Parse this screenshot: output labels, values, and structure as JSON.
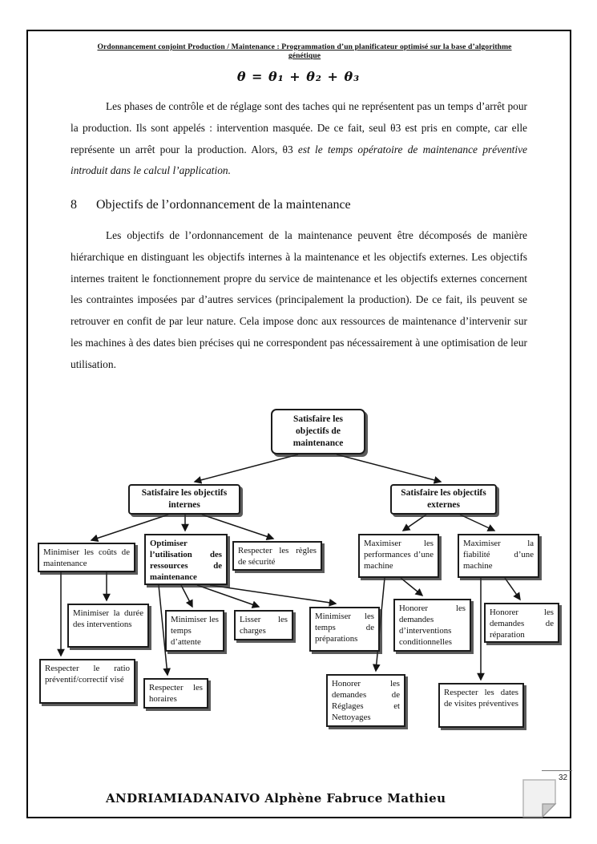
{
  "page": {
    "header": "Ordonnancement conjoint Production / Maintenance : Programmation d’un planificateur optimisé sur la base d’algorithme génétique",
    "formula": "θ   =  θ₁ + θ₂  + θ₃",
    "paragraph1": {
      "normal": "Les phases de contrôle et de réglage sont des taches qui ne représentent pas un temps d’arrêt pour la production. Ils sont appelés : intervention masquée. De ce fait, seul θ3 est pris en compte, car elle représente un arrêt pour la production. Alors, θ3 ",
      "italic": "est le temps opératoire de maintenance préventive introduit dans le calcul l’application."
    },
    "section": {
      "number": "8",
      "title": "Objectifs de l’ordonnancement de la maintenance"
    },
    "paragraph2": "Les objectifs de l’ordonnancement de la maintenance peuvent être décomposés de manière hiérarchique en distinguant les objectifs internes à la maintenance et les objectifs externes. Les objectifs internes traitent le fonctionnement propre du service de maintenance et les objectifs externes concernent les contraintes imposées par d’autres services (principalement la production). De ce fait, ils peuvent se retrouver en confit de par leur nature. Cela impose donc aux ressources de maintenance d’intervenir sur les machines à des dates bien précises qui ne correspondent pas nécessairement à une optimisation de leur utilisation.",
    "footer": {
      "author": "ANDRIAMIADANAIVO Alphène Fabruce Mathieu",
      "page_number": "32"
    }
  },
  "diagram": {
    "nodes": {
      "root": "Satisfaire les objectifs de maintenance",
      "internes": "Satisfaire les objectifs internes",
      "externes": "Satisfaire les objectifs externes",
      "couts": "Minimiser les coûts de maintenance",
      "ressources": "Optimiser l’utilisation des ressources de maintenance",
      "securite": "Respecter les règles de sécurité",
      "performances": "Maximiser les performances d’une machine",
      "fiabilite": "Maximiser la fiabilité d’une machine",
      "duree": "Minimiser la durée des interventions",
      "attente": "Minimiser les temps d’attente",
      "charges": "Lisser les charges",
      "preparations": "Minimiser les temps de préparations",
      "conditionnelles": "Honorer les demandes d’interventions conditionnelles",
      "reparation": "Honorer les demandes de réparation",
      "ratio": "Respecter le ratio préventif/correctif visé",
      "horaires": "Respecter les horaires",
      "reglages": "Honorer les demandes de Réglages et Nettoyages",
      "visites": "Respecter les dates de visites préventives"
    }
  }
}
